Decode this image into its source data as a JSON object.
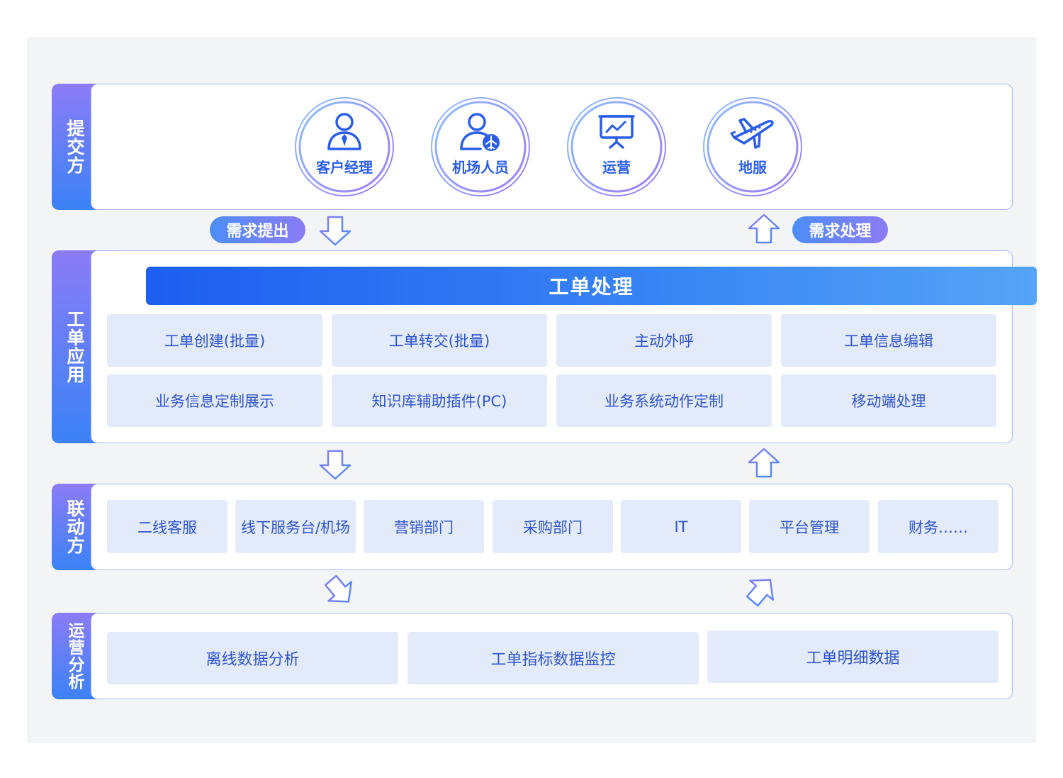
{
  "layers": {
    "submit": {
      "label": "提交方"
    },
    "workorder": {
      "label": "工单应用"
    },
    "linkage": {
      "label": "联动方"
    },
    "analysis": {
      "label": "运营分析"
    }
  },
  "roles": [
    {
      "label": "客户经理",
      "icon": "manager-icon"
    },
    {
      "label": "机场人员",
      "icon": "airport-staff-icon"
    },
    {
      "label": "运营",
      "icon": "presentation-chart-icon"
    },
    {
      "label": "地服",
      "icon": "airplane-icon"
    }
  ],
  "flows": {
    "request_submit": "需求提出",
    "request_handle": "需求处理"
  },
  "banner": "工单处理",
  "workorder_functions": [
    "工单创建(批量)",
    "工单转交(批量)",
    "主动外呼",
    "工单信息编辑",
    "业务信息定制展示",
    "知识库辅助插件(PC)",
    "业务系统动作定制",
    "移动端处理"
  ],
  "linkage_parties": [
    "二线客服",
    "线下服务台/机场",
    "营销部门",
    "采购部门",
    "IT",
    "平台管理",
    "财务……"
  ],
  "analysis_items": [
    "离线数据分析",
    "工单指标数据监控",
    "工单明细数据"
  ],
  "colors": {
    "primary_blue": "#2a5de8",
    "accent_purple": "#8b7cf6",
    "cell_bg": "#e3ebfa",
    "border": "#a9b8f2"
  }
}
